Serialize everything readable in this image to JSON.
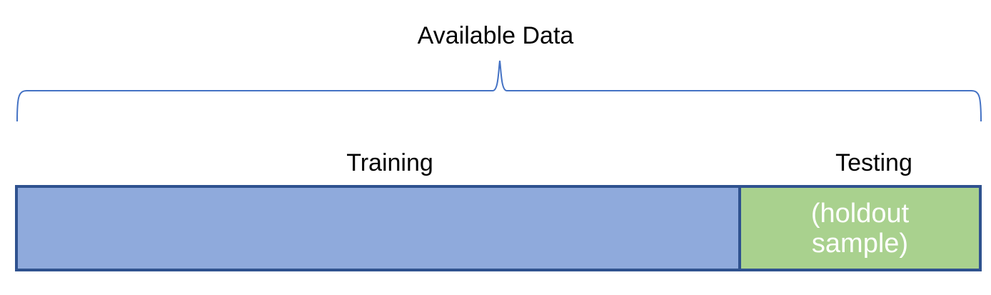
{
  "diagram": {
    "title": "Available Data",
    "segments": [
      {
        "name": "Training",
        "inner_lines": [],
        "fill_color": "#8faadc"
      },
      {
        "name": "Testing",
        "inner_lines": [
          "(holdout",
          "sample)"
        ],
        "fill_color": "#a9d18e"
      }
    ],
    "border_color": "#2f528f",
    "brace_color": "#4472c4"
  }
}
